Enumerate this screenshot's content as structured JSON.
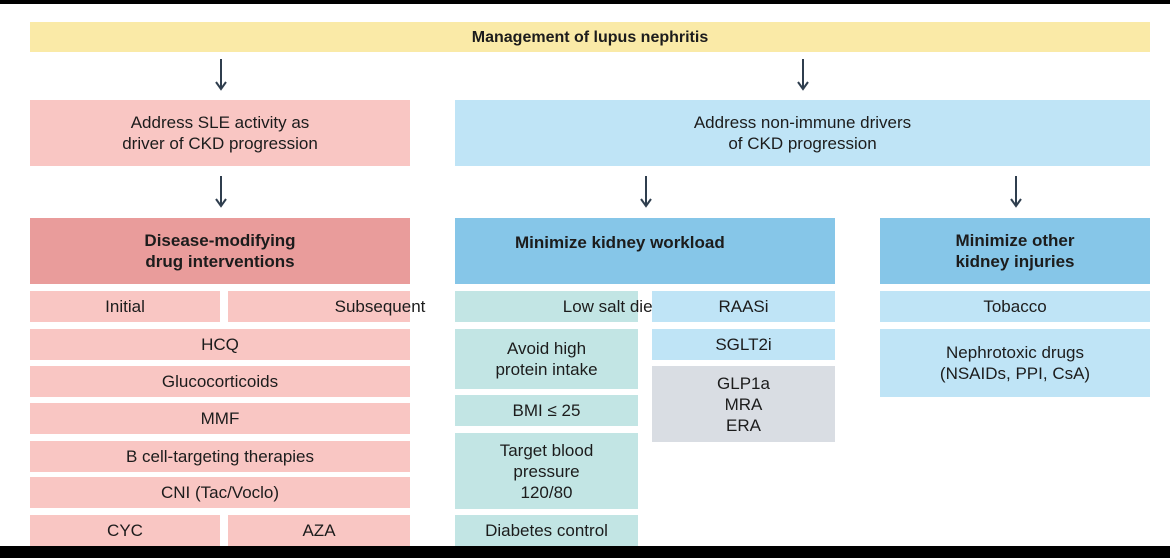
{
  "title": "Management of lupus nephritis",
  "left": {
    "header": "Address SLE activity as\ndriver of CKD progression",
    "category": "Disease-modifying\ndrug interventions",
    "initial": "Initial",
    "subsequent": "Subsequent",
    "items": [
      "HCQ",
      "Glucocorticoids",
      "MMF",
      "B cell-targeting therapies",
      "CNI (Tac/Voclo)"
    ],
    "cyc": "CYC",
    "aza": "AZA"
  },
  "right": {
    "header": "Address non-immune drivers\nof CKD progression",
    "workload": {
      "category": "Minimize kidney workload",
      "low_salt": "Low salt diet",
      "protein": "Avoid high\nprotein intake",
      "bmi": "BMI ≤ 25",
      "bp": "Target blood\npressure\n120/80",
      "diabetes": "Diabetes control",
      "raasi": "RAASi",
      "sglt2i": "SGLT2i",
      "other_drugs": "GLP1a\nMRA\nERA"
    },
    "injuries": {
      "category": "Minimize other\nkidney injuries",
      "tobacco": "Tobacco",
      "nephrotoxic": "Nephrotoxic drugs\n(NSAIDs, PPI, CsA)"
    }
  },
  "colors": {
    "title_bg": "#faeaa7",
    "pink_light": "#f9c6c3",
    "pink_dark": "#e99c9b",
    "blue_light": "#bfe4f6",
    "blue_dark": "#86c6e8",
    "teal": "#c2e5e4",
    "gray": "#d9dde3",
    "arrow": "#2f3e4e"
  }
}
